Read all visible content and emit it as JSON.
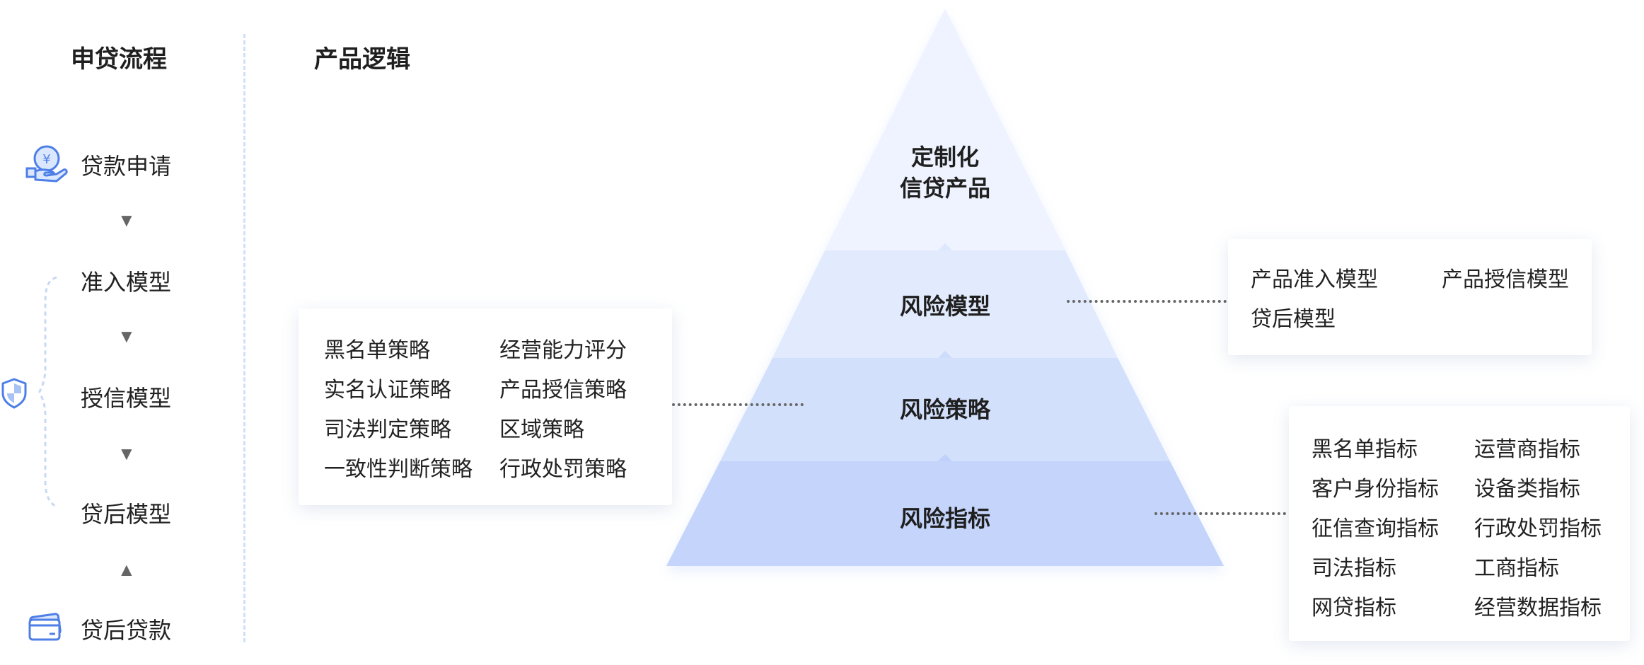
{
  "flow": {
    "title": "申贷流程",
    "steps": [
      "贷款申请",
      "准入模型",
      "授信模型",
      "贷后模型",
      "贷后贷款"
    ],
    "arrows": [
      "▼",
      "▼",
      "▼",
      "▲"
    ]
  },
  "logic": {
    "title": "产品逻辑"
  },
  "pyramid": {
    "levels": [
      {
        "line1": "定制化",
        "line2": "信贷产品"
      },
      {
        "line1": "风险模型"
      },
      {
        "line1": "风险策略"
      },
      {
        "line1": "风险指标"
      }
    ],
    "colors": [
      "#eef3ff",
      "#e2ebfd",
      "#d3e0fc",
      "#c4d4fa"
    ]
  },
  "model_card": {
    "items": [
      "产品准入模型",
      "产品授信模型",
      "贷后模型"
    ]
  },
  "strategy_card": {
    "items": [
      "黑名单策略",
      "经营能力评分",
      "实名认证策略",
      "产品授信策略",
      "司法判定策略",
      "区域策略",
      "一致性判断策略",
      "行政处罚策略"
    ]
  },
  "indicator_card": {
    "items": [
      "黑名单指标",
      "运营商指标",
      "客户身份指标",
      "设备类指标",
      "征信查询指标",
      "行政处罚指标",
      "司法指标",
      "工商指标",
      "网贷指标",
      "经营数据指标"
    ]
  }
}
